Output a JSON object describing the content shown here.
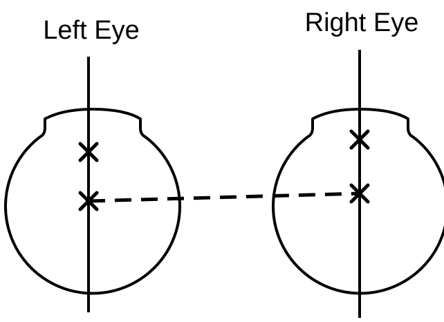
{
  "labels": {
    "left_eye": "Left Eye",
    "right_eye": "Right Eye"
  },
  "colors": {
    "line": "#000000",
    "background": "#ffffff"
  },
  "markers": {
    "left_eye": [
      "cross-marker",
      "cross-marker"
    ],
    "right_eye": [
      "cross-marker",
      "cross-marker"
    ],
    "connector": "dashed-line"
  }
}
